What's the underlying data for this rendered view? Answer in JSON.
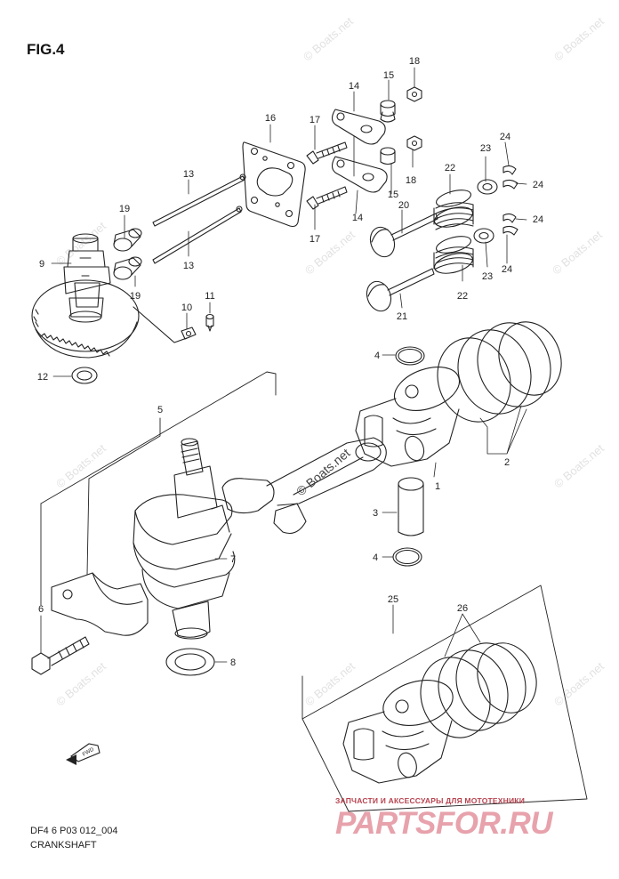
{
  "figure_label": "FIG.4",
  "diagram_code": "DF4 6 P03 012_004",
  "diagram_name": "CRANKSHAFT",
  "watermark_boats": "© Boats.net",
  "watermark_shop_tagline": "ЗАПЧАСТИ И АКСЕССУАРЫ ДЛЯ МОТОТЕХНИКИ",
  "watermark_shop_logo": "PARTSFOR.RU",
  "fwd_icon_label": "FWD",
  "callouts": {
    "n1": "1",
    "n2": "2",
    "n3": "3",
    "n4a": "4",
    "n4b": "4",
    "n5": "5",
    "n6": "6",
    "n7": "7",
    "n8": "8",
    "n9": "9",
    "n10": "10",
    "n11": "11",
    "n12": "12",
    "n13a": "13",
    "n13b": "13",
    "n14a": "14",
    "n14b": "14",
    "n15a": "15",
    "n15b": "15",
    "n16": "16",
    "n17a": "17",
    "n17b": "17",
    "n18a": "18",
    "n18b": "18",
    "n19a": "19",
    "n19b": "19",
    "n20": "20",
    "n21": "21",
    "n22a": "22",
    "n22b": "22",
    "n23a": "23",
    "n23b": "23",
    "n24a": "24",
    "n24b": "24",
    "n24c": "24",
    "n24d": "24",
    "n25": "25",
    "n26": "26"
  }
}
